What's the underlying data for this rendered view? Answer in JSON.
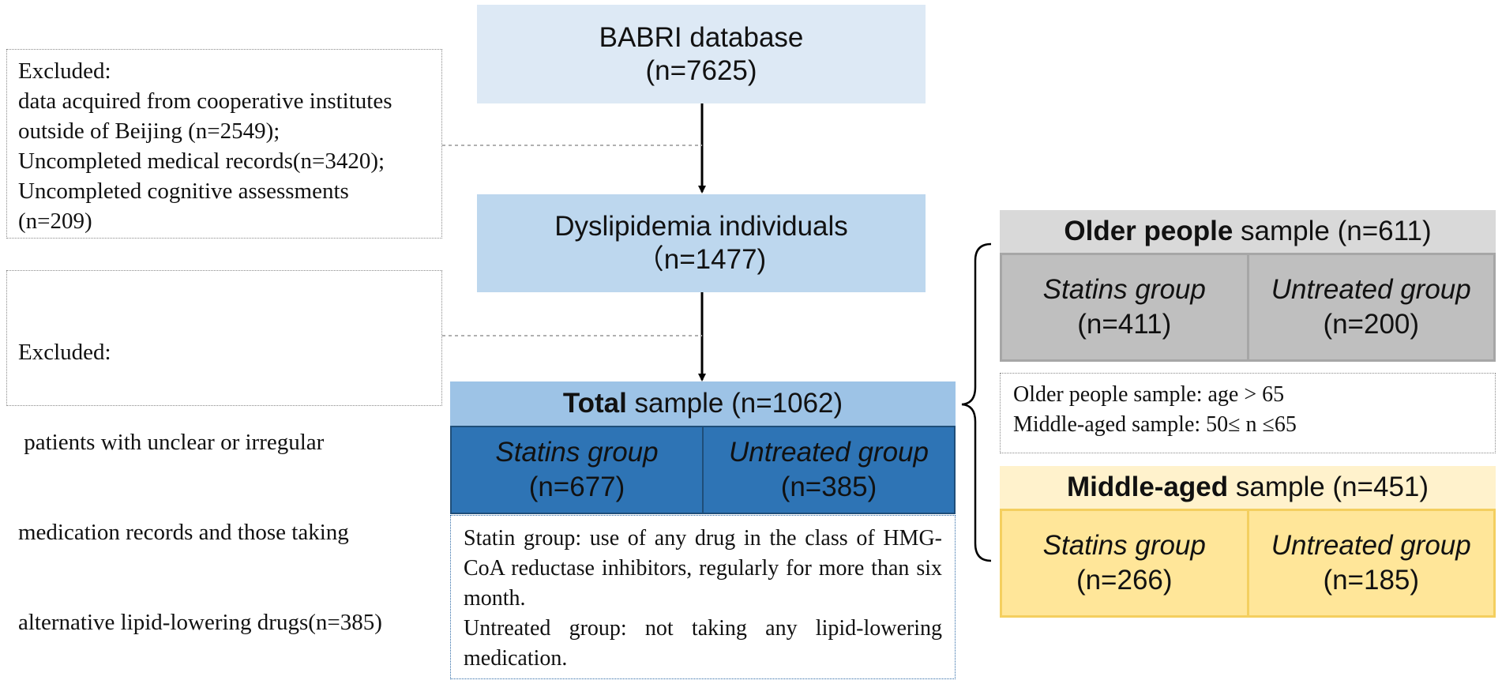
{
  "database": {
    "title": "BABRI database",
    "count": "(n=7625)"
  },
  "dyslipidemia": {
    "title": "Dyslipidemia individuals",
    "count": "（n=1477)"
  },
  "exclusion_1": {
    "lines": [
      "Excluded:",
      "data acquired from cooperative institutes",
      "outside of Beijing (n=2549);",
      "Uncompleted medical records(n=3420);",
      "Uncompleted cognitive assessments",
      "(n=209)"
    ]
  },
  "exclusion_2": {
    "lines": [
      "Excluded:",
      " patients with unclear or irregular",
      "medication records and those taking",
      "alternative lipid-lowering drugs(n=385)"
    ]
  },
  "total": {
    "bold": "Total",
    "rest": " sample (n=1062)",
    "statins": {
      "label": "Statins group",
      "count": "(n=677)"
    },
    "untreated": {
      "label": "Untreated group",
      "count": "(n=385)"
    },
    "definitions": [
      "Statin group: use of any drug in the class of HMG-CoA reductase inhibitors, regularly for more than six month.",
      "Untreated group: not taking any lipid-lowering medication."
    ]
  },
  "older": {
    "bold": "Older people",
    "rest": " sample (n=611)",
    "statins": {
      "label": "Statins group",
      "count": "(n=411)"
    },
    "untreated": {
      "label": "Untreated group",
      "count": "(n=200)"
    }
  },
  "age_definitions": [
    "Older people sample: age > 65",
    "Middle-aged sample: 50≤ n ≤65"
  ],
  "middle": {
    "bold": "Middle-aged",
    "rest": " sample (n=451)",
    "statins": {
      "label": "Statins group",
      "count": "(n=266)"
    },
    "untreated": {
      "label": "Untreated group",
      "count": "(n=185)"
    }
  },
  "colors": {
    "light_blue": "#dde9f5",
    "mid_blue": "#bdd7ee",
    "header_blue": "#9dc3e6",
    "dark_blue": "#2e74b5",
    "light_gray": "#d9d9d9",
    "mid_gray": "#bfbfbf",
    "light_yellow": "#fff2cc",
    "yellow": "#ffe699"
  }
}
